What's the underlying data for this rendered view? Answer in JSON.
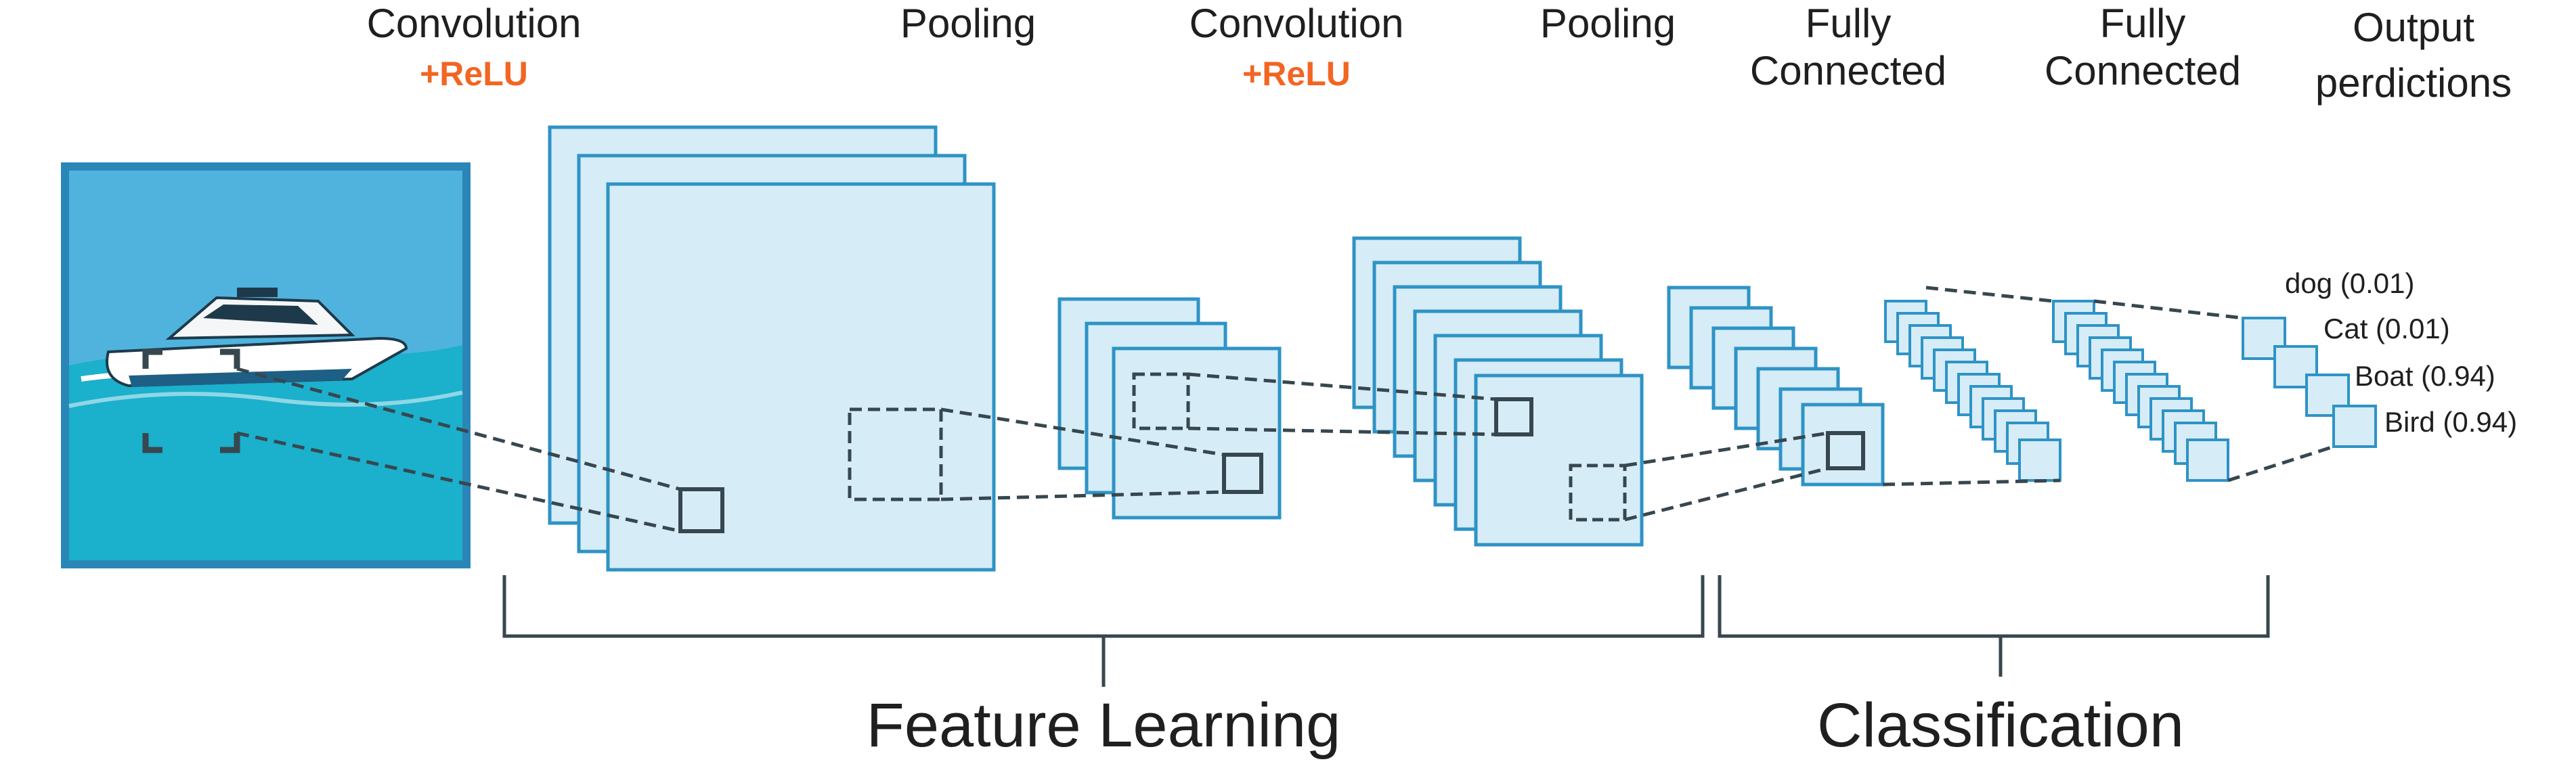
{
  "stages": [
    {
      "title": "Convolution",
      "activation": "+ReLU"
    },
    {
      "title": "Pooling"
    },
    {
      "title": "Convolution",
      "activation": "+ReLU"
    },
    {
      "title": "Pooling"
    },
    {
      "title": "Fully\nConnected"
    },
    {
      "title": "Fully\nConnected"
    },
    {
      "title": "Output\nperdictions"
    }
  ],
  "predictions": [
    "dog (0.01)",
    "Cat (0.01)",
    "Boat (0.94)",
    "Bird (0.94)"
  ],
  "groups": [
    "Feature Learning",
    "Classification"
  ],
  "colors": {
    "layer_fill": "#d6ecf6",
    "layer_stroke": "#2e93c6",
    "image_border": "#2b86b8",
    "sky": "#4fb3de",
    "sea": "#1bb0cc",
    "relu": "#f26522",
    "dash": "#37474f"
  },
  "icons": [
    "boat-image"
  ]
}
